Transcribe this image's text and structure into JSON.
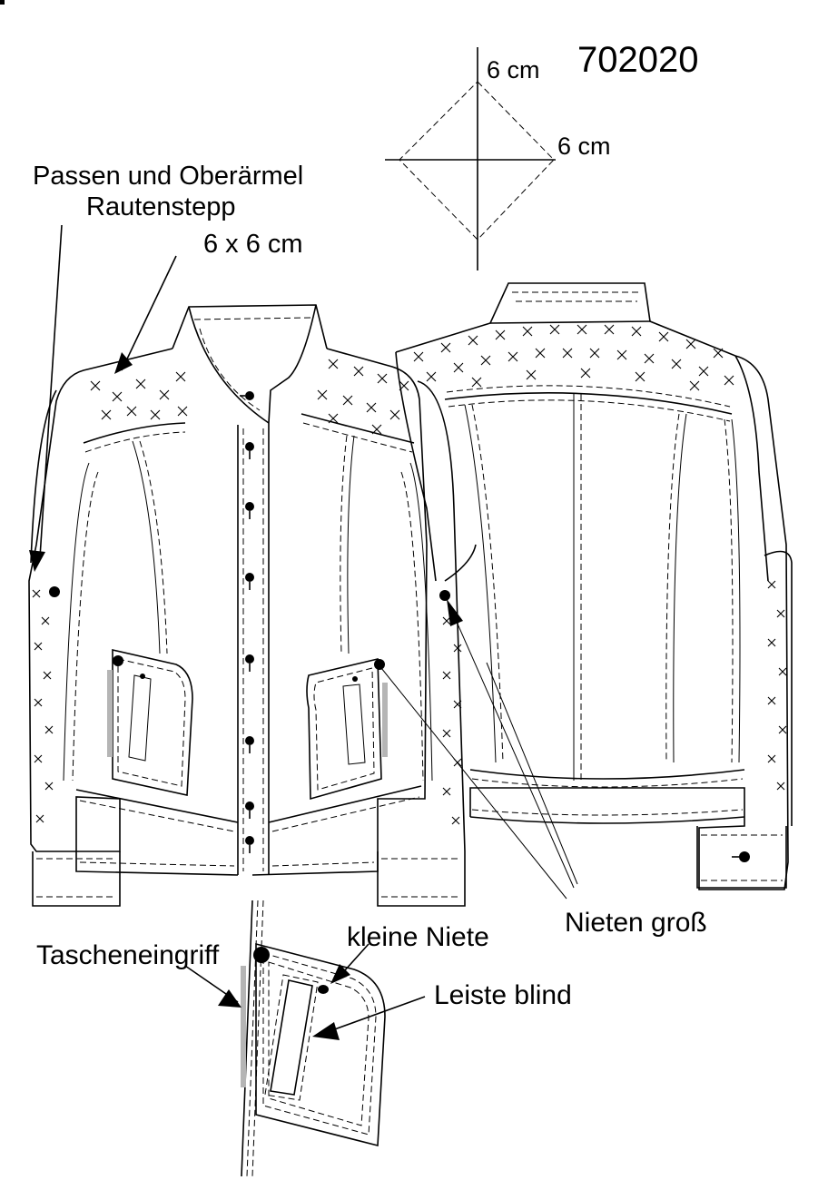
{
  "model_number": "702020",
  "quilt_diagram": {
    "vertical_dimension": "6 cm",
    "horizontal_dimension": "6 cm"
  },
  "annotations": {
    "quilting_line1": "Passen und Oberärmel",
    "quilting_line2": "Rautenstepp",
    "quilting_line3": "6 x 6 cm",
    "rivets_large": "Nieten groß",
    "rivet_small": "kleine Niete",
    "pocket_opening": "Tascheneingriff",
    "welt_blind": "Leiste blind"
  },
  "colors": {
    "line": "#000000",
    "background": "#ffffff",
    "pocket_opening_marker": "#b5b5b5"
  }
}
